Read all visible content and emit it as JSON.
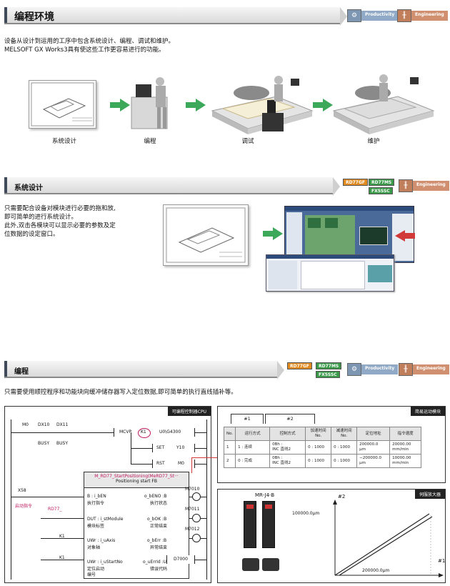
{
  "section1": {
    "title": "编程环境",
    "badge_productivity": "Productivity",
    "badge_engineering": "Engineering",
    "desc_line1": "设备从设计到运用的工序中包含系统设计、编程、调试和维护。",
    "desc_line2": "MELSOFT GX Works3具有使这些工作更容易进行的功能。",
    "steps": [
      "系统设计",
      "编程",
      "调试",
      "维护"
    ]
  },
  "section2": {
    "title": "系统设计",
    "tags": [
      "RD77GF",
      "RD77MS",
      "FX5SSC"
    ],
    "badge_engineering": "Engineering",
    "desc_lines": [
      "只需要配合设备对模块进行必要的拖和放,",
      "即可简单的进行系统设计。",
      "此外,双击各模块可以显示必要的参数及定",
      "位数据的设定窗口。"
    ]
  },
  "section3": {
    "title": "编程",
    "tags": [
      "RD77GF",
      "RD77MS",
      "FX5SSC"
    ],
    "badge_productivity": "Productivity",
    "badge_engineering": "Engineering",
    "desc": "只需要使用顺控程序和功能块向缓冲储存器写入定位数据,即可简单的执行直线插补等。"
  },
  "ladder": {
    "header": "可编程控制器CPU",
    "contacts": [
      "M0",
      "DX10",
      "DX11"
    ],
    "busy1": "BUSY",
    "busy2": "BUSY",
    "mcvp": "MCVP",
    "k1": "K1",
    "u0g": "U0\\G4300",
    "set": "SET",
    "y10": "Y10",
    "rst": "RST",
    "m0": "M0",
    "x58": "X58",
    "start_cmd": "启动指令",
    "rd77": "RD77_",
    "fb_title": "M_RD77_StartPositioning(MeRD77_St···",
    "fb_subtitle": "Positioning start FB",
    "fb_rows": [
      {
        "left": "B : i_bEN",
        "left_sub": "执行指令",
        "right": "o_bENO :B",
        "right_sub": "执行状态"
      },
      {
        "left": "DUT : i_stModule",
        "left_sub": "模块标签",
        "right": "o_bOK :B",
        "right_sub": "正常结束"
      },
      {
        "left": "UWr : i_uAxis",
        "left_sub": "对象轴",
        "right": "o_bErr :B",
        "right_sub": "异常结束"
      },
      {
        "left": "UWr : i_uStartNo",
        "left_sub": "定位启动",
        "left_sub2": "编号",
        "right": "o_uErrId :UW",
        "right_sub": "错误代码"
      }
    ],
    "coils": [
      "M7010",
      "M7011",
      "M7012"
    ],
    "k_labels": [
      "K1",
      "K1"
    ],
    "d7000": "D7000"
  },
  "simple_motion": {
    "header": "简易运动模块",
    "tabs": [
      "#1",
      "#2"
    ],
    "columns": [
      "No.",
      "运行方式",
      "控制方式",
      "加速时间\nNo.",
      "减速时间\nNo.",
      "定位地址",
      "指令速度"
    ],
    "rows": [
      [
        "1",
        "1 : 连续",
        "0Bh :\nINC 直线2",
        "0 : 1000",
        "0 : 1000",
        "200000.0\nμm",
        "20000.00\nmm/min"
      ],
      [
        "2",
        "0 : 完成",
        "0Bh :\nINC 直线2",
        "0 : 1000",
        "0 : 1000",
        "−200000.0\nμm",
        "10000.00\nmm/min"
      ]
    ]
  },
  "servo": {
    "header": "伺服放大器",
    "model": "MR-J4-B",
    "axis2": "#2",
    "axis1": "#1",
    "y_val": "100000.0μm",
    "x_val": "200000.0μm"
  },
  "colors": {
    "green_arrow": "#3ba85a",
    "red_arrow": "#d23a3a",
    "pink_text": "#c0185e"
  }
}
